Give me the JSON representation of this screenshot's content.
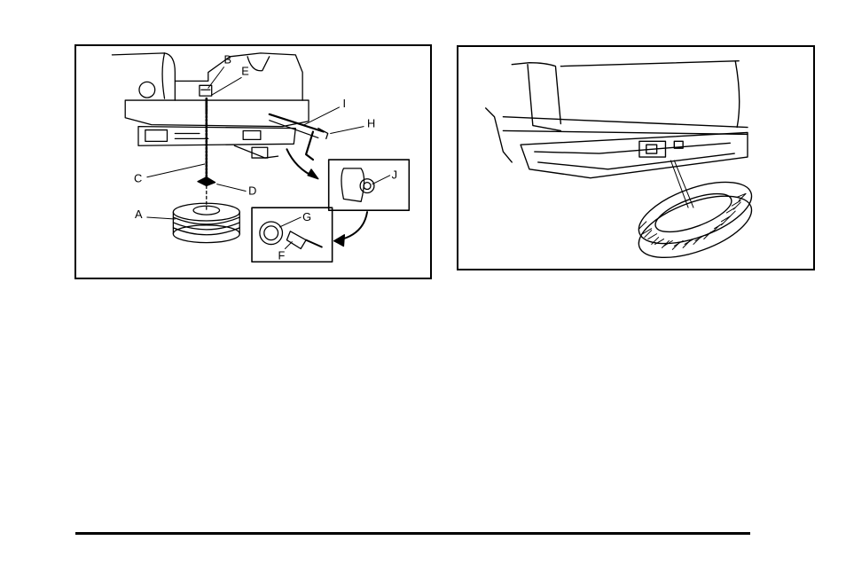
{
  "figures": {
    "left": {
      "callouts": {
        "a": "A",
        "b": "B",
        "c": "C",
        "d": "D",
        "e": "E",
        "f": "F",
        "g": "G",
        "h": "H",
        "i": "I",
        "j": "J"
      }
    },
    "right": {}
  }
}
